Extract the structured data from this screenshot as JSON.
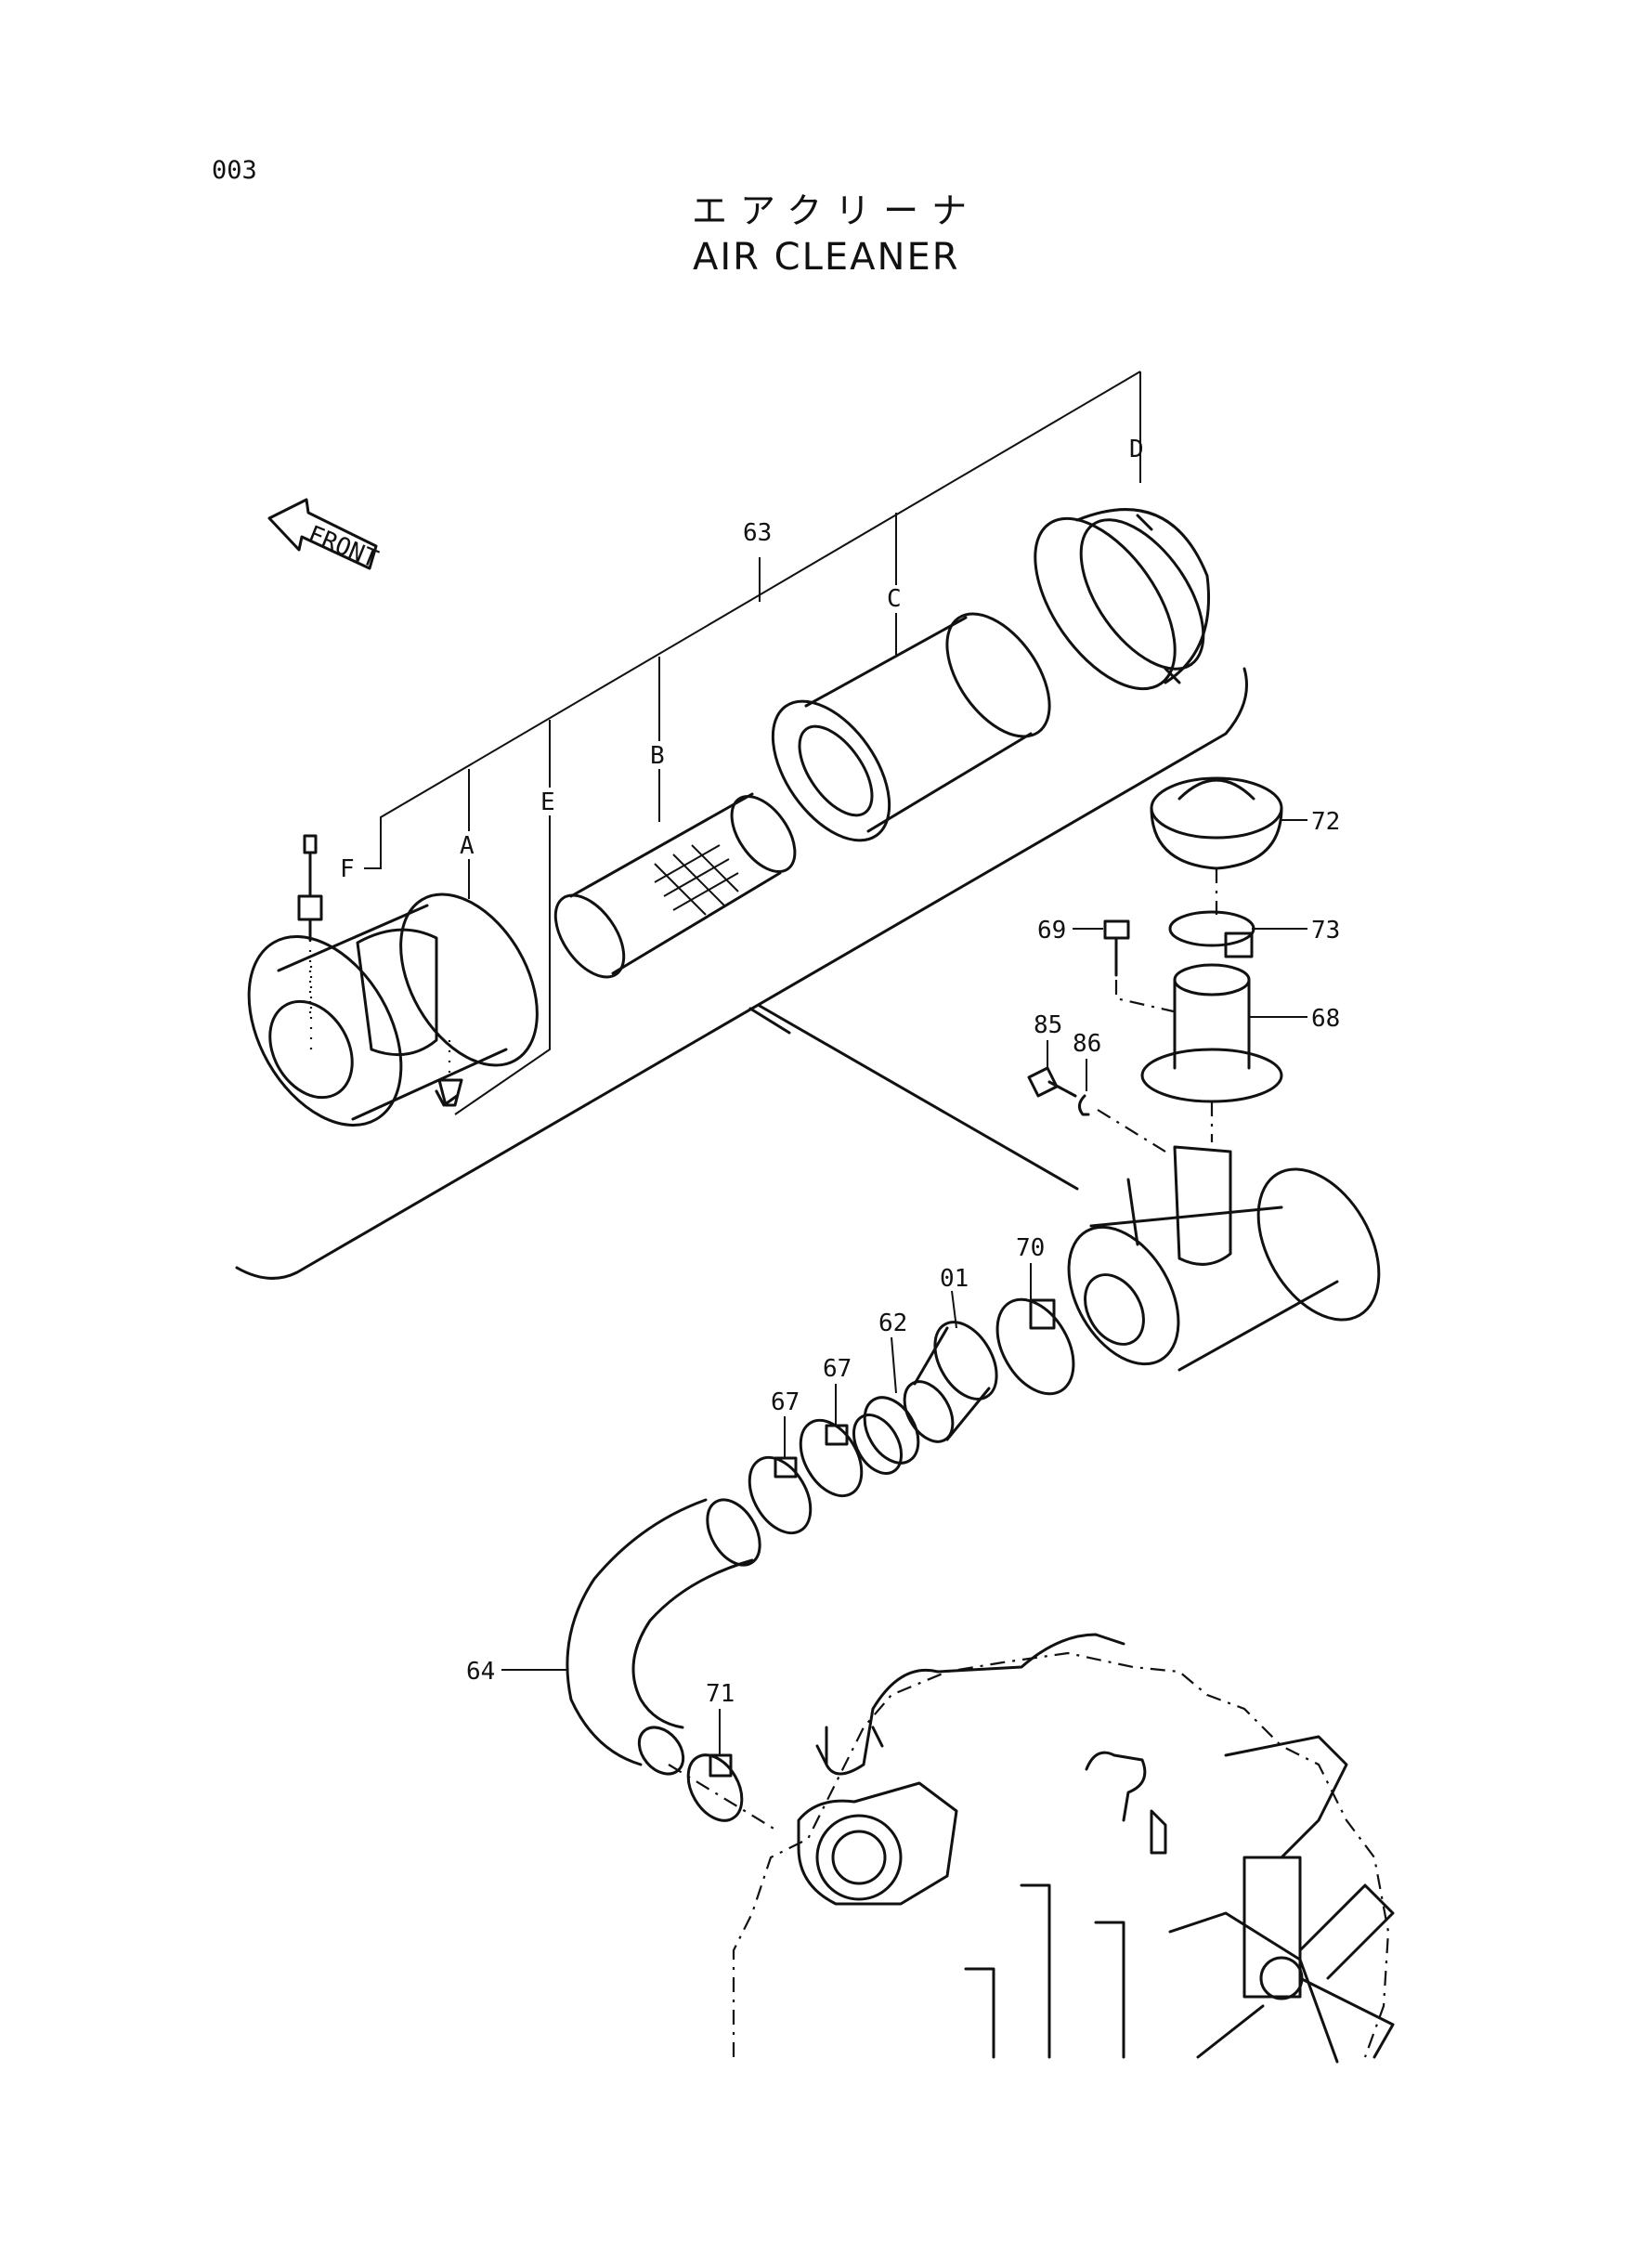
{
  "page_number": "003",
  "title_jp": "エアクリーナ",
  "title_en": "AIR CLEANER",
  "front_arrow": "FRONT",
  "labels": {
    "assembly": "63",
    "A": "A",
    "B": "B",
    "C": "C",
    "D": "D",
    "E": "E",
    "F": "F",
    "p72": "72",
    "p73": "73",
    "p69": "69",
    "p68": "68",
    "p85": "85",
    "p86": "86",
    "p70": "70",
    "p01": "01",
    "p62": "62",
    "p67a": "67",
    "p67b": "67",
    "p64": "64",
    "p71": "71"
  }
}
